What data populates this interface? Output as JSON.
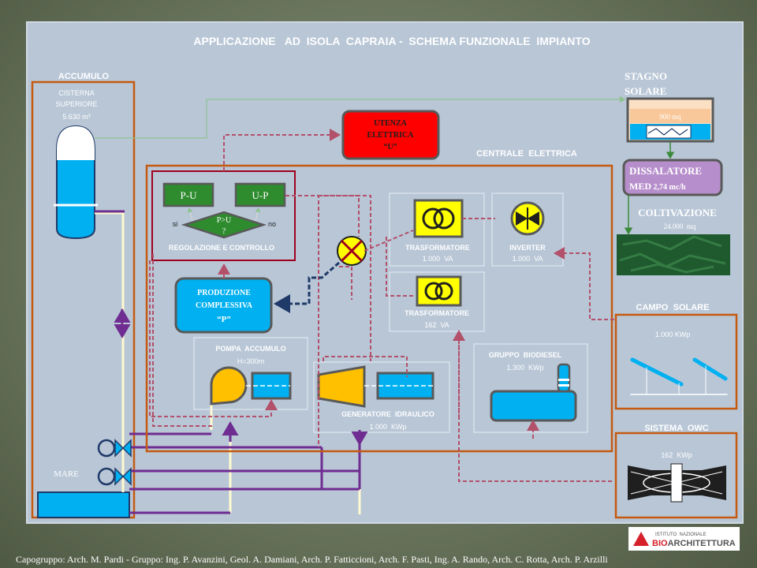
{
  "title": "APPLICAZIONE   AD  ISOLA  CAPRAIA -  SCHEMA FUNZIONALE  IMPIANTO",
  "accumulo": {
    "heading": "ACCUMULO",
    "cisterna_line1": "CISTERNA",
    "cisterna_line2": "SUPERIORE",
    "cisterna_line3": "5.630 m³",
    "mare": "MARE"
  },
  "utenza": {
    "line1": "UTENZA",
    "line2": "ELETTRICA",
    "line3": "“U”"
  },
  "centrale": {
    "heading": "CENTRALE  ELETTRICA"
  },
  "regolazione": {
    "pu": "P-U",
    "up": "U-P",
    "decision_line1": "P>U",
    "decision_line2": "?",
    "si": "si",
    "no": "no",
    "label": "REGOLAZIONE E CONTROLLO"
  },
  "produzione": {
    "line1": "PRODUZIONE",
    "line2": "COMPLESSIVA",
    "line3": "“P”"
  },
  "trasformatore1": {
    "label": "TRASFORMATORE",
    "value": "1.000  VA"
  },
  "inverter": {
    "label": "INVERTER",
    "value": "1.000  VA"
  },
  "trasformatore2": {
    "label": "TRASFORMATORE",
    "value": "162  VA"
  },
  "pompa": {
    "label": "POMPA  ACCUMULO",
    "value": "H=300m"
  },
  "generatore": {
    "label": "GENERATORE  IDRAULICO",
    "value": "1.000  KWp"
  },
  "biodiesel": {
    "label": "GRUPPO  BIODIESEL",
    "value": "1.300  KWp"
  },
  "stagno": {
    "line1": "STAGNO",
    "line2": "SOLARE",
    "area": "900 mq"
  },
  "dissalatore": {
    "line1": "DISSALATORE",
    "line2_main": "MED",
    "line2_value": " 2,74 mc/h"
  },
  "coltivazione": {
    "label": "COLTIVAZIONE",
    "area": "24.000  mq"
  },
  "campo_solare": {
    "heading": "CAMPO  SOLARE",
    "value": "1.000 KWp"
  },
  "owc": {
    "heading": "SISTEMA  OWC",
    "value": "162  KWp"
  },
  "logo": {
    "top": "ISTITUTO  NAZIONALE",
    "bio": "BIO",
    "arch": "ARCHITETTURA"
  },
  "footer": "Capogruppo: Arch. M. Pardi - Gruppo: Ing. P. Avanzini, Geol. A. Damiani, Arch. P. Fatticcioni, Arch. F. Pasti, Ing. A. Rando, Arch. C. Rotta, Arch. P. Arzilli",
  "colors": {
    "panel": "#b8c6d6",
    "orange_border": "#c55a11",
    "red_border": "#a0001e",
    "dashed_pink": "#b3506a",
    "navy": "#1f3a68",
    "purple": "#6f2c91",
    "water": "#00b0f0",
    "green_box": "#2e8b2e",
    "yellow": "#ffff00",
    "utenza_red": "#ff0000"
  }
}
